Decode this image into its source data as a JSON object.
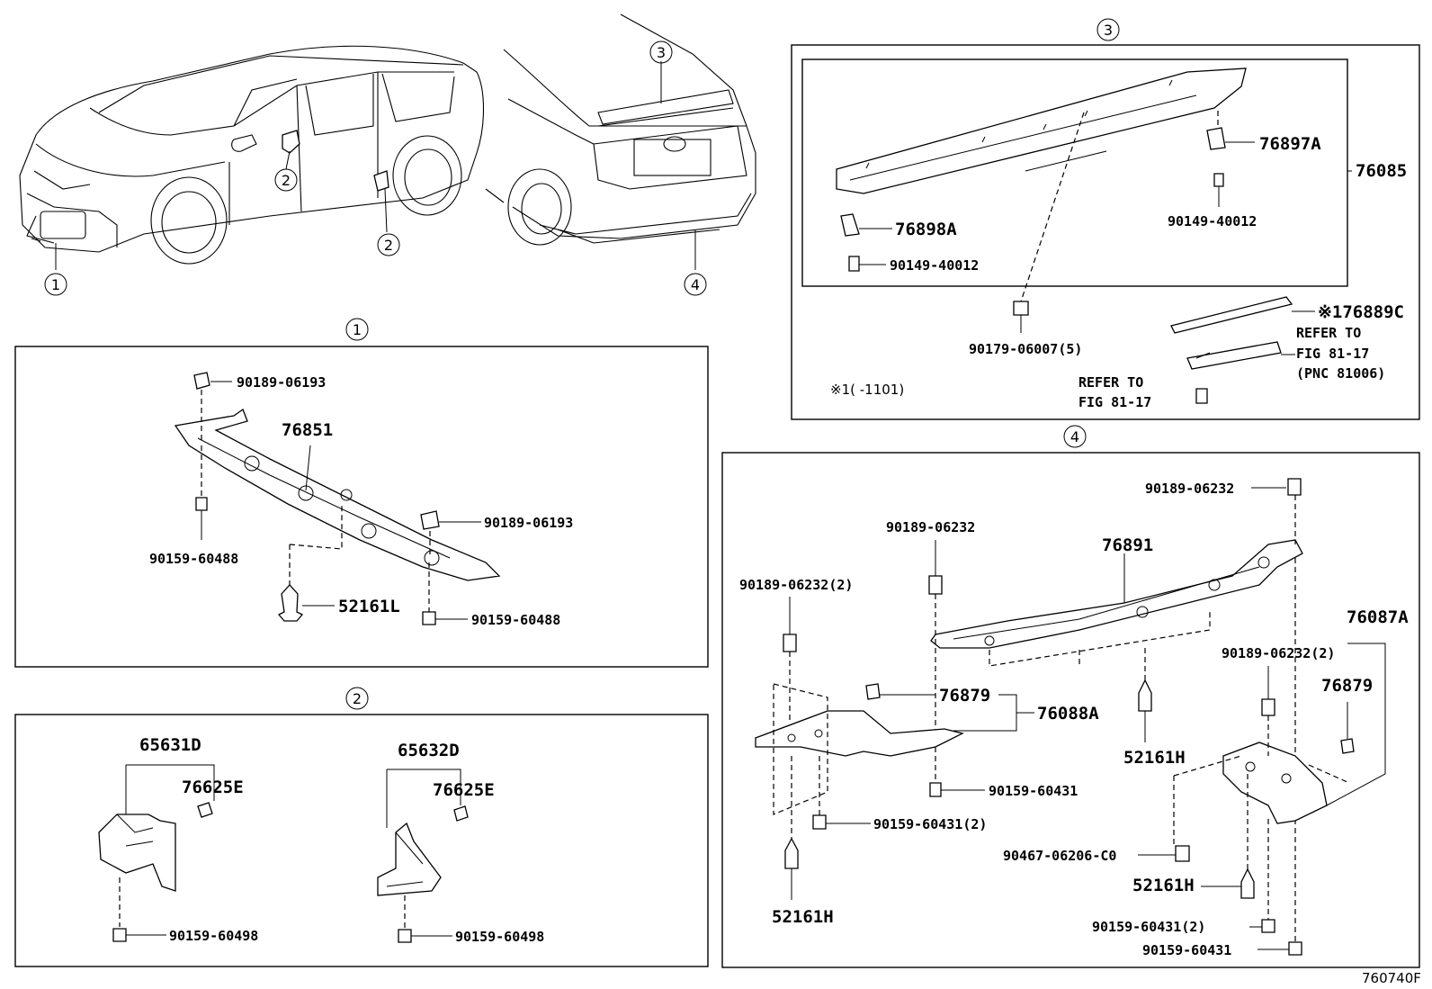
{
  "callouts": {
    "c1": "1",
    "c2": "2",
    "c3": "3",
    "c4": "4"
  },
  "section1": {
    "p_90189_06193_top": "90189-06193",
    "p_76851": "76851",
    "p_90189_06193_right": "90189-06193",
    "p_90159_60488_left": "90159-60488",
    "p_52161L": "52161L",
    "p_90159_60488_bottom": "90159-60488"
  },
  "section2": {
    "p_65631D": "65631D",
    "p_76625E_left": "76625E",
    "p_90159_60498_left": "90159-60498",
    "p_65632D": "65632D",
    "p_76625E_right": "76625E",
    "p_90159_60498_right": "90159-60498"
  },
  "section3": {
    "p_76897A": "76897A",
    "p_76085": "76085",
    "p_90149_40012_right": "90149-40012",
    "p_76898A": "76898A",
    "p_90149_40012_left": "90149-40012",
    "p_76889C": "※176889C",
    "refer_to_a": "REFER TO",
    "fig_a": "FIG 81-17",
    "pnc_a": "(PNC 81006)",
    "p_90179_06007": "90179-06007(5)",
    "note_1101": "※1(    -1101)",
    "refer_to_b": "REFER TO",
    "fig_b": "FIG 81-17"
  },
  "section4": {
    "p_90189_06232_topright": "90189-06232",
    "p_90189_06232_top": "90189-06232",
    "p_76891": "76891",
    "p_90189_06232_2_left": "90189-06232(2)",
    "p_76087A": "76087A",
    "p_90189_06232_2_right": "90189-06232(2)",
    "p_76879_right": "76879",
    "p_76879_left": "76879",
    "p_76088A": "76088A",
    "p_52161H_mid": "52161H",
    "p_90159_60431_mid": "90159-60431",
    "p_90159_60431_2_left": "90159-60431(2)",
    "p_90467_06206_C0": "90467-06206-C0",
    "p_52161H_right": "52161H",
    "p_52161H_left": "52161H",
    "p_90159_60431_2_right": "90159-60431(2)",
    "p_90159_60431_bottom": "90159-60431"
  },
  "diagram_code": "760740F"
}
